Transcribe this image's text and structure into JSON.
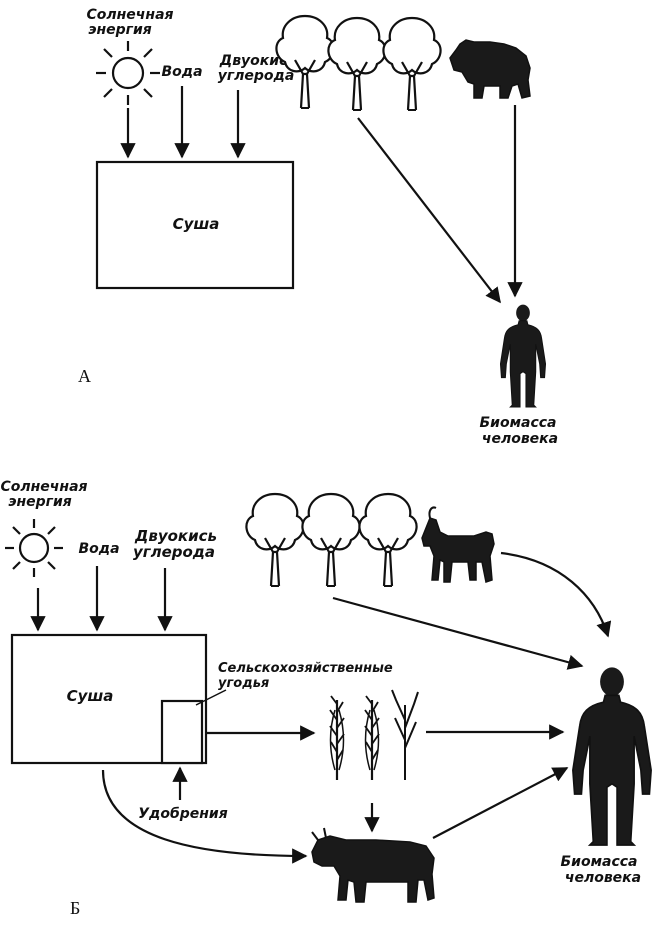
{
  "diagram_a": {
    "section_label": "А",
    "sun_label_1": "Солнечная",
    "sun_label_2": "энергия",
    "water_label": "Вода",
    "co2_label_1": "Двуокись",
    "co2_label_2": "углерода",
    "land_label": "Суша",
    "human_label_1": "Биомасса",
    "human_label_2": "человека"
  },
  "diagram_b": {
    "section_label": "Б",
    "sun_label_1": "Солнечная",
    "sun_label_2": "энергия",
    "water_label": "Вода",
    "co2_label_1": "Двуокись",
    "co2_label_2": "углерода",
    "land_label": "Суша",
    "farmland_label_1": "Сельскохозяйственные",
    "farmland_label_2": "угодья",
    "fertilizer_label": "Удобрения",
    "human_label_1": "Биомасса",
    "human_label_2": "человека"
  },
  "icons": [
    "sun-icon",
    "tree-icon",
    "bear-icon",
    "goat-icon",
    "crop-icon",
    "cow-icon",
    "human-icon"
  ],
  "colors": {
    "ink": "#111111",
    "fill_dark": "#1a1a1a",
    "paper": "#ffffff"
  }
}
